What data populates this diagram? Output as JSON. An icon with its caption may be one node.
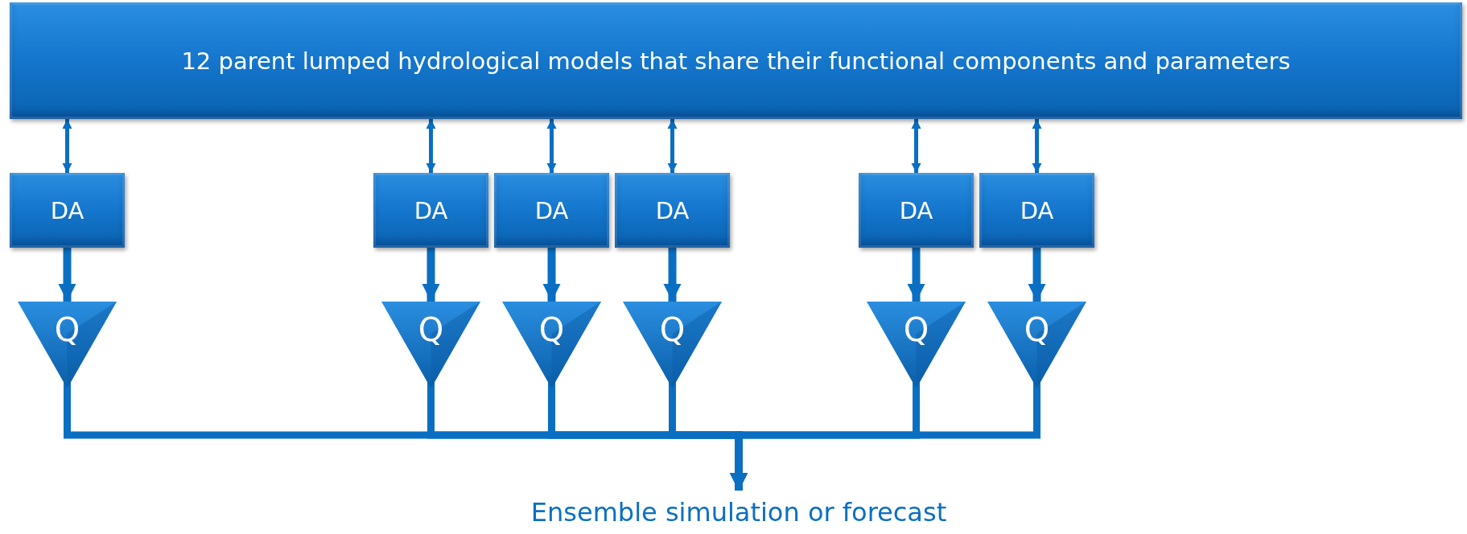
{
  "diagram": {
    "nodes": [
      {
        "text": [
          "12 parent lumped hydrological models that share their functional components and parameters"
        ]
      },
      {
        "text": [
          "DA"
        ]
      },
      {
        "text": [
          "DA"
        ]
      },
      {
        "text": [
          "DA"
        ]
      },
      {
        "text": [
          "DA"
        ]
      },
      {
        "text": [
          "DA"
        ]
      },
      {
        "text": [
          "DA"
        ]
      },
      {
        "text": [
          "Q"
        ]
      },
      {
        "text": [
          "Q"
        ]
      },
      {
        "text": [
          "Q"
        ]
      },
      {
        "text": [
          "Q"
        ]
      },
      {
        "text": [
          "Q"
        ]
      },
      {
        "text": [
          "Q"
        ]
      },
      {
        "text": [
          "Ensemble simulation or forecast"
        ]
      }
    ],
    "edges": [
      {
        "from": 0,
        "to": 1,
        "arrow": "both"
      },
      {
        "from": 0,
        "to": 2,
        "arrow": "both"
      },
      {
        "from": 0,
        "to": 3,
        "arrow": "both"
      },
      {
        "from": 0,
        "to": 4,
        "arrow": "both"
      },
      {
        "from": 0,
        "to": 5,
        "arrow": "both"
      },
      {
        "from": 0,
        "to": 6,
        "arrow": "both"
      },
      {
        "from": 1,
        "to": 7,
        "arrow": "to"
      },
      {
        "from": 2,
        "to": 8,
        "arrow": "to"
      },
      {
        "from": 3,
        "to": 9,
        "arrow": "to"
      },
      {
        "from": 4,
        "to": 10,
        "arrow": "to"
      },
      {
        "from": 5,
        "to": 11,
        "arrow": "to"
      },
      {
        "from": 6,
        "to": 12,
        "arrow": "to"
      },
      {
        "from": 7,
        "to": 13,
        "arrow": "to"
      },
      {
        "from": 8,
        "to": 13,
        "arrow": "to"
      },
      {
        "from": 9,
        "to": 13,
        "arrow": "to"
      },
      {
        "from": 10,
        "to": 13,
        "arrow": "to"
      },
      {
        "from": 11,
        "to": 13,
        "arrow": "to"
      },
      {
        "from": 12,
        "to": 13,
        "arrow": "to"
      }
    ]
  }
}
